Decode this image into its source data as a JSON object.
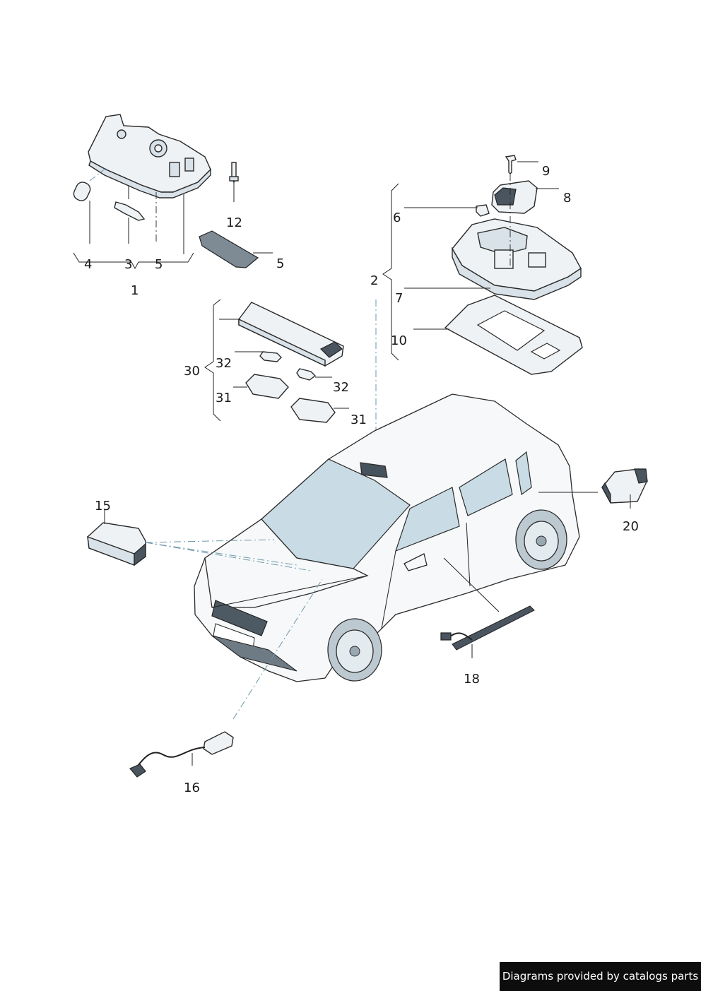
{
  "labels": {
    "l1": "1",
    "l2": "2",
    "l3": "3",
    "l4": "4",
    "l5a": "5",
    "l5b": "5",
    "l6": "6",
    "l7": "7",
    "l8": "8",
    "l9": "9",
    "l10": "10",
    "l12": "12",
    "l15": "15",
    "l16": "16",
    "l18": "18",
    "l20": "20",
    "l30": "30",
    "l31a": "31",
    "l31b": "31",
    "l32a": "32",
    "l32b": "32"
  },
  "footer": {
    "credit": "Diagrams provided by catalogs parts"
  },
  "colors": {
    "line": "#222222",
    "glass": "#c9dbe4",
    "dash_leader": "#6e97a8",
    "credit_bg": "#0d0d0d"
  }
}
